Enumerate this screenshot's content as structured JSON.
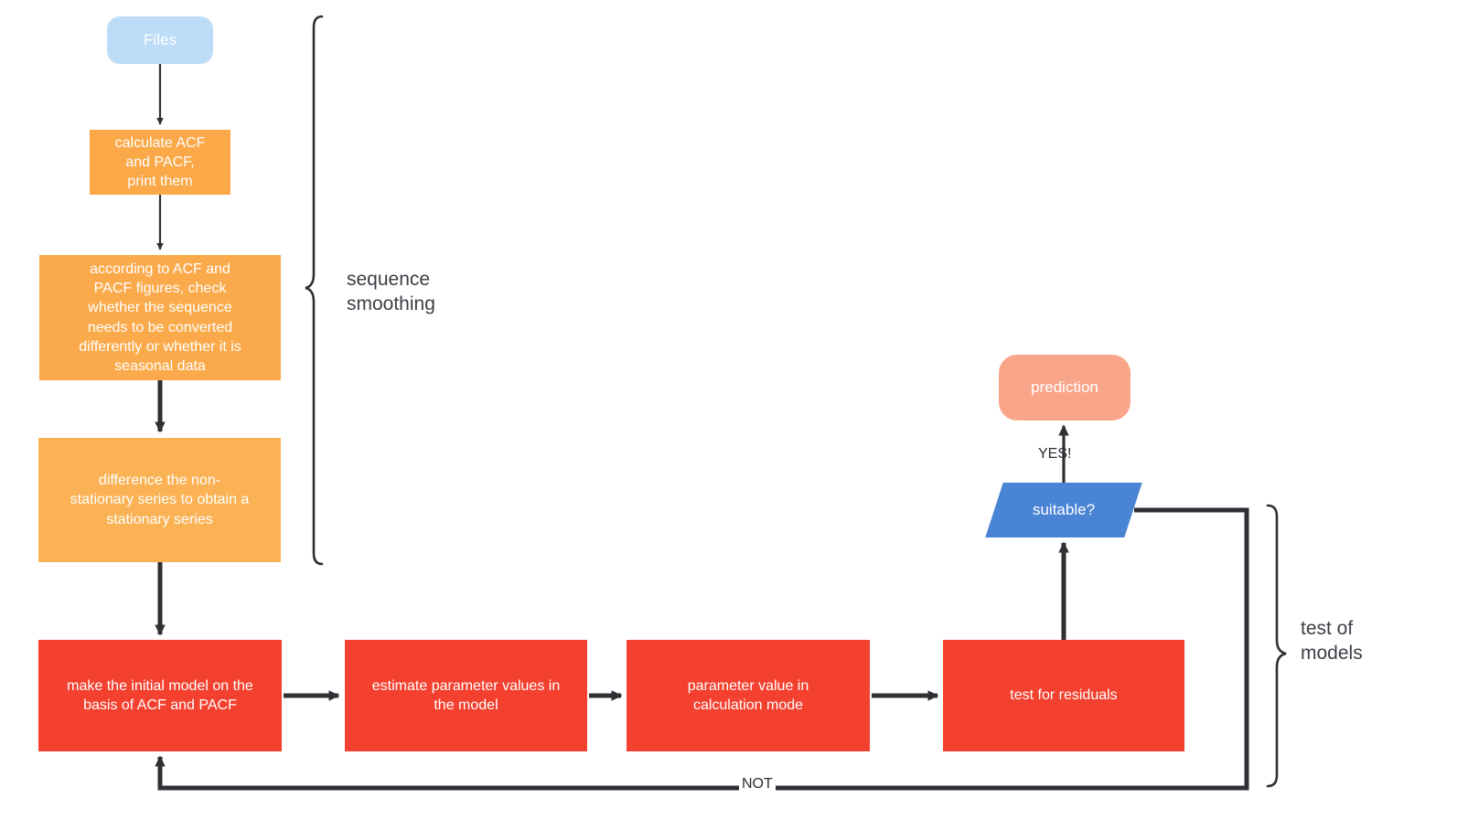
{
  "diagram": {
    "title": "ARIMA time series modelling flowchart",
    "colors": {
      "start_blue": "#bcdcf7",
      "orange": "#faa848",
      "orange_light": "#fbb255",
      "red": "#f4412f",
      "salmon": "#f8a589",
      "decision_blue": "#4a84d4",
      "line": "#2f2f36",
      "label_text": "#3d3d46",
      "node_text": "#ffffff",
      "background": "#ffffff"
    },
    "nodes": {
      "files": {
        "label": "Files",
        "shape": "rounded-rectangle"
      },
      "calculate_acf": {
        "label": "calculate ACF\nand PACF,\nprint them",
        "shape": "rectangle"
      },
      "check_sequence": {
        "label": "according to ACF and\nPACF figures, check\nwhether the sequence\nneeds to be converted\ndifferently or whether it is\nseasonal data",
        "shape": "rectangle"
      },
      "difference": {
        "label": "difference the non-\nstationary series to obtain a\nstationary series",
        "shape": "rectangle"
      },
      "initial_model": {
        "label": "make the initial model on the\nbasis of ACF and PACF",
        "shape": "rectangle"
      },
      "estimate_parameters": {
        "label": "estimate parameter values in\nthe model",
        "shape": "rectangle"
      },
      "parameter_value": {
        "label": "parameter value in\ncalculation mode",
        "shape": "rectangle"
      },
      "test_residuals": {
        "label": "test for residuals",
        "shape": "rectangle"
      },
      "suitable": {
        "label": "suitable?",
        "shape": "parallelogram"
      },
      "prediction": {
        "label": "prediction",
        "shape": "rounded-rectangle"
      }
    },
    "edge_labels": {
      "yes": "YES!",
      "not": "NOT"
    },
    "group_labels": {
      "sequence_smoothing": "sequence\nsmoothing",
      "test_of_models": "test of\nmodels"
    }
  }
}
